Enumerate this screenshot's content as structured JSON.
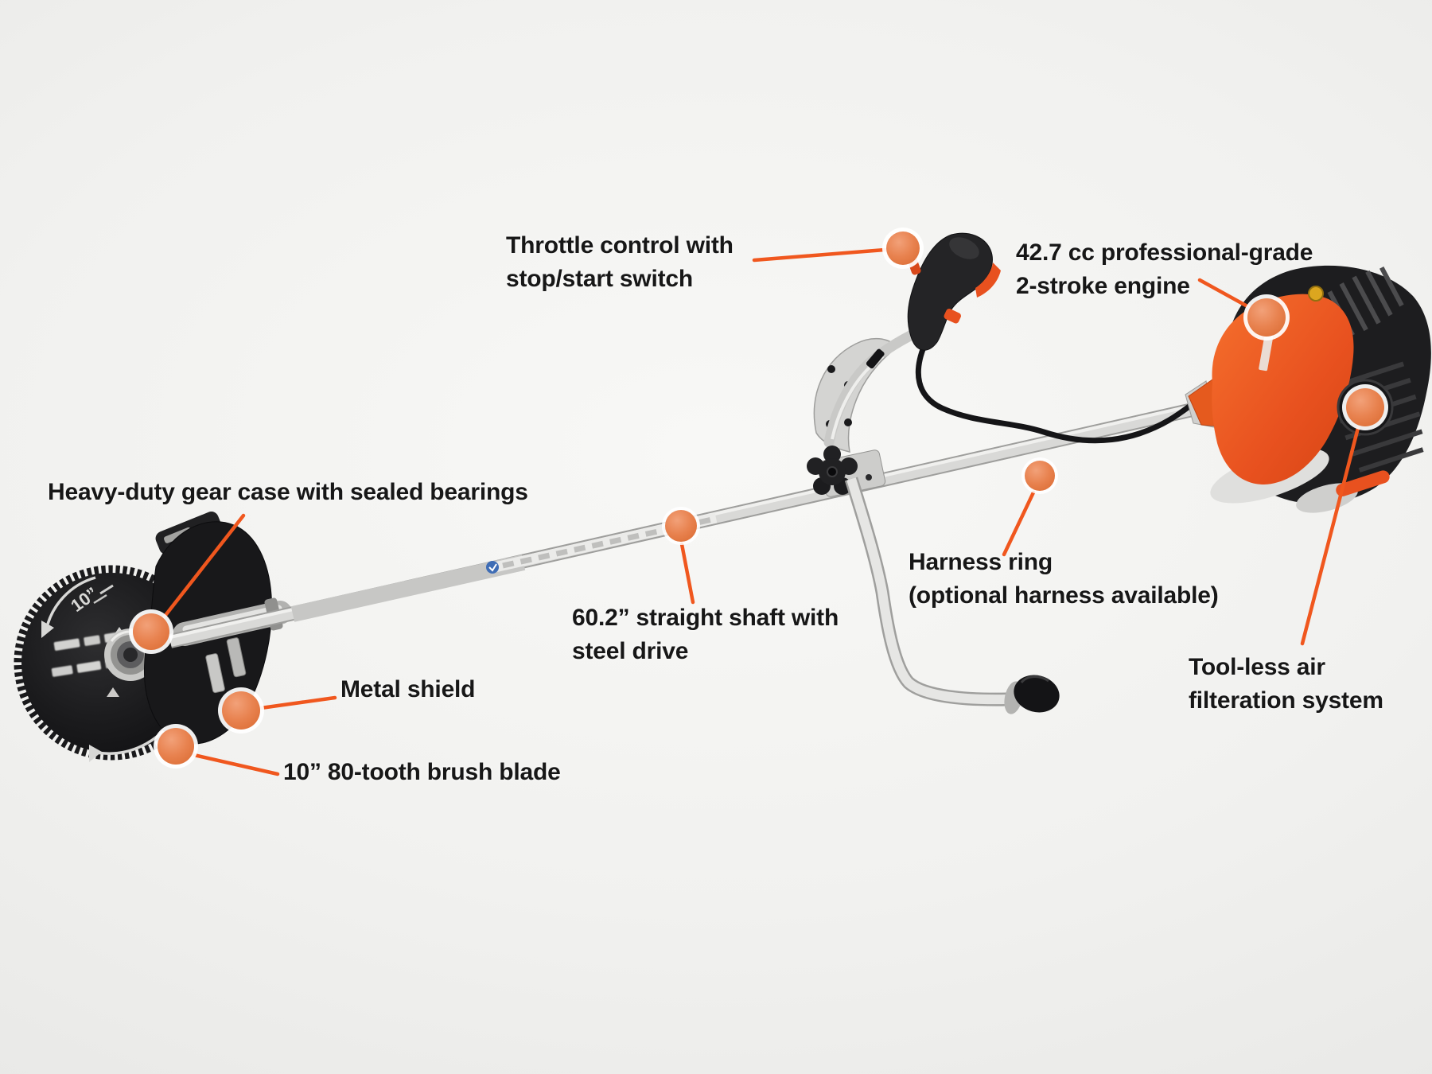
{
  "colors": {
    "background": "#efefed",
    "leader_line": "#f0571e",
    "dot_fill": "#e8824f",
    "dot_ring": "#ffffff",
    "label_text": "#171717",
    "machine_orange": "#e8511f"
  },
  "blade_face_marking": "10”",
  "callouts": [
    {
      "id": "throttle-control",
      "label": "Throttle control with\nstop/start switch"
    },
    {
      "id": "engine",
      "label": "42.7 cc professional-grade\n2-stroke engine"
    },
    {
      "id": "gear-case",
      "label": "Heavy-duty gear case with sealed bearings"
    },
    {
      "id": "metal-shield",
      "label": "Metal shield"
    },
    {
      "id": "brush-blade",
      "label": "10” 80-tooth brush blade"
    },
    {
      "id": "straight-shaft",
      "label": "60.2” straight shaft with\nsteel drive"
    },
    {
      "id": "harness-ring",
      "label": "Harness ring\n(optional harness available)"
    },
    {
      "id": "air-filtration",
      "label": "Tool-less air\nfilteration system"
    }
  ]
}
